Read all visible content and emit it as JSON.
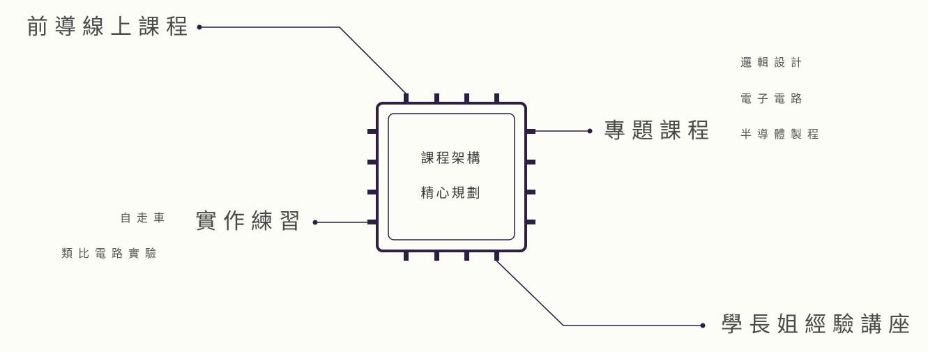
{
  "colors": {
    "background": "#fdfdf8",
    "chip": "#2d1e45",
    "text": "#4a4a4a"
  },
  "center": {
    "line1": "課程架構",
    "line2": "精心規劃"
  },
  "branches": {
    "prereq": {
      "title": "前導線上課程"
    },
    "project": {
      "title": "專題課程",
      "items": [
        "邏輯設計",
        "電子電路",
        "半導體製程"
      ]
    },
    "practice": {
      "title": "實作練習",
      "items": [
        "自走車",
        "類比電路實驗"
      ]
    },
    "seminar": {
      "title": "學長姐經驗講座"
    }
  }
}
